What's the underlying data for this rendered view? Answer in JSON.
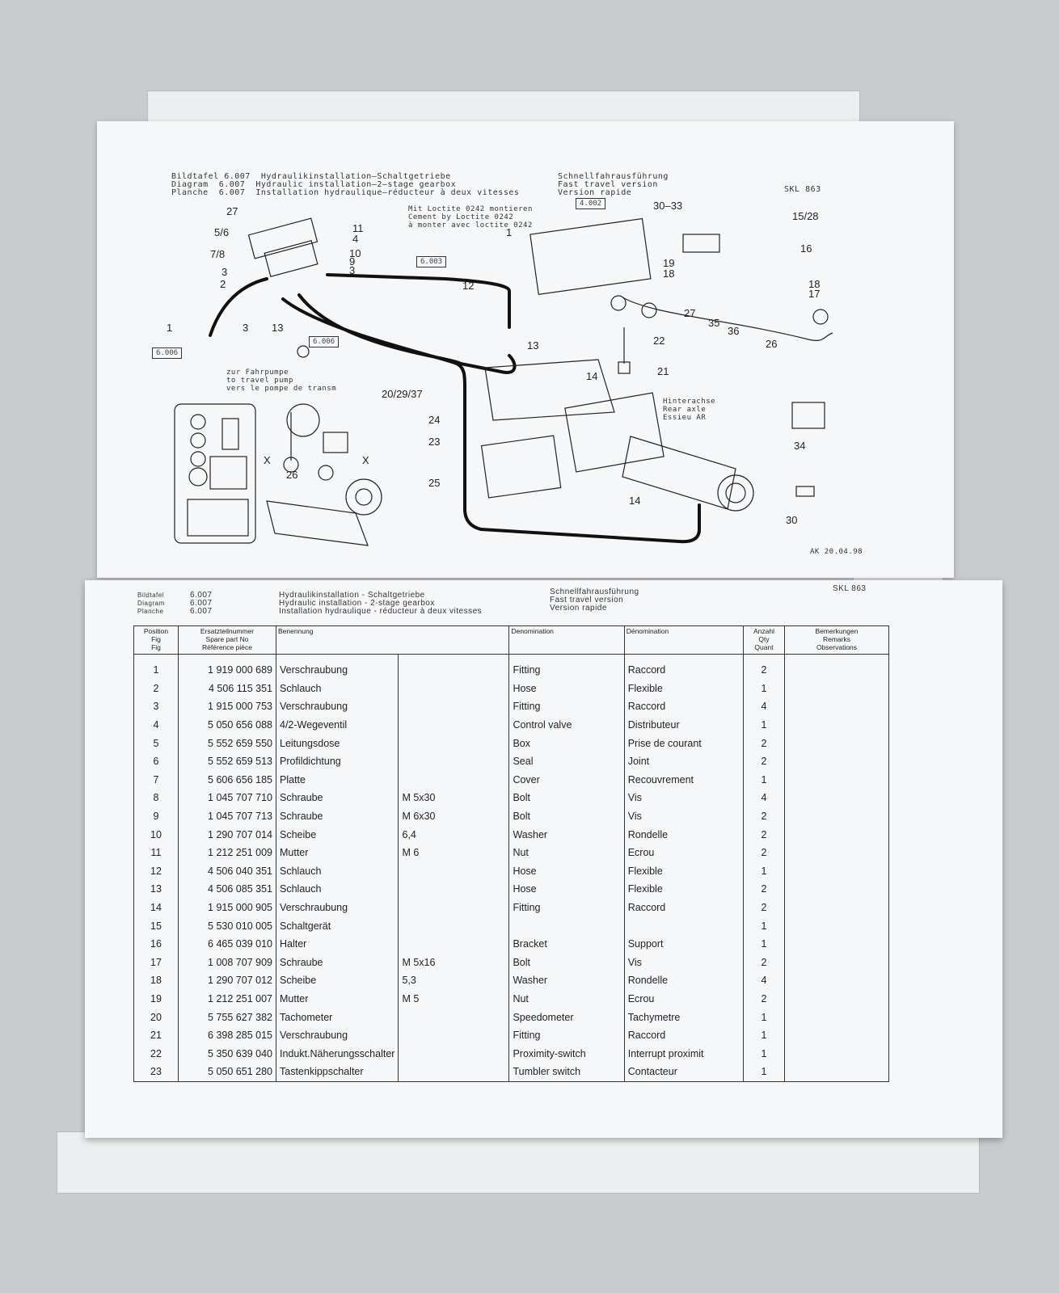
{
  "top_page": {
    "header": {
      "left_rows": [
        {
          "label": "Bildtafel",
          "number": "6.007",
          "title": "Hydraulikinstallation–Schaltgetriebe"
        },
        {
          "label": "Diagram",
          "number": "6.007",
          "title": "Hydraulic installation–2–stage gearbox"
        },
        {
          "label": "Planche",
          "number": "6.007",
          "title": "Installation hydraulique–réducteur à deux vitesses"
        }
      ],
      "right_lines": [
        "Schnellfahrausführung",
        "Fast travel version",
        "Version rapide"
      ],
      "code": "SKL 863"
    },
    "note_loctite": [
      "Mit Loctite 0242 montieren",
      "Cement by Loctite 0242",
      "à monter avec loctite 0242"
    ],
    "note_pump": [
      "zur Fahrpumpe",
      "to travel pump",
      "vers le pompe de transm"
    ],
    "note_axle": [
      "Hinterachse",
      "Rear axle",
      "Essieu AR"
    ],
    "ref_boxes": [
      "6.006",
      "6.003",
      "6.006",
      "4.002"
    ],
    "callouts": [
      "27",
      "5/6",
      "7/8",
      "3",
      "2",
      "11",
      "4",
      "10",
      "9",
      "3",
      "1",
      "12",
      "1",
      "3",
      "13",
      "13",
      "14",
      "30–33",
      "15/28",
      "16",
      "19",
      "18",
      "18",
      "17",
      "27",
      "35",
      "36",
      "26",
      "22",
      "21",
      "20/29/37",
      "24",
      "23",
      "25",
      "26",
      "X",
      "X",
      "34",
      "14",
      "30"
    ],
    "stamp": "AK 20.04.98"
  },
  "bottom_page": {
    "header": {
      "left_rows": [
        {
          "label": "Bildtafel",
          "number": "6.007",
          "title": "Hydraulikinstallation - Schaltgetriebe"
        },
        {
          "label": "Diagram",
          "number": "6.007",
          "title": "Hydraulic installation - 2-stage gearbox"
        },
        {
          "label": "Planche",
          "number": "6.007",
          "title": "Installation hydraulique - réducteur à deux vitesses"
        }
      ],
      "right_lines": [
        "Schnellfahrausführung",
        "Fast travel version",
        "Version rapide"
      ],
      "code": "SKL 863"
    },
    "columns": {
      "position": [
        "Position",
        "Fig",
        "Fig"
      ],
      "part_no": [
        "Ersatzteilnummer",
        "Spare part  No",
        "Référence pièce"
      ],
      "benennung": "Benennung",
      "denomination_en": "Denomination",
      "denomination_fr": "Dénomination",
      "qty": [
        "Anzahl",
        "Qty",
        "Quant"
      ],
      "remarks": [
        "Bemerkungen",
        "Remarks",
        "Observations"
      ]
    },
    "rows": [
      {
        "pos": "1",
        "no": "1 919 000 689",
        "de": "Verschraubung",
        "spec": "",
        "en": "Fitting",
        "fr": "Raccord",
        "qty": "2"
      },
      {
        "pos": "2",
        "no": "4 506 115 351",
        "de": "Schlauch",
        "spec": "",
        "en": "Hose",
        "fr": "Flexible",
        "qty": "1"
      },
      {
        "pos": "3",
        "no": "1 915 000 753",
        "de": "Verschraubung",
        "spec": "",
        "en": "Fitting",
        "fr": "Raccord",
        "qty": "4"
      },
      {
        "pos": "4",
        "no": "5 050 656 088",
        "de": "4/2-Wegeventil",
        "spec": "",
        "en": "Control valve",
        "fr": "Distributeur",
        "qty": "1"
      },
      {
        "pos": "5",
        "no": "5 552 659 550",
        "de": "Leitungsdose",
        "spec": "",
        "en": "Box",
        "fr": "Prise de courant",
        "qty": "2"
      },
      {
        "pos": "6",
        "no": "5 552 659 513",
        "de": "Profildichtung",
        "spec": "",
        "en": "Seal",
        "fr": "Joint",
        "qty": "2"
      },
      {
        "pos": "7",
        "no": "5 606 656 185",
        "de": "Platte",
        "spec": "",
        "en": "Cover",
        "fr": "Recouvrement",
        "qty": "1"
      },
      {
        "pos": "8",
        "no": "1 045 707 710",
        "de": "Schraube",
        "spec": "M 5x30",
        "en": "Bolt",
        "fr": "Vis",
        "qty": "4"
      },
      {
        "pos": "9",
        "no": "1 045 707 713",
        "de": "Schraube",
        "spec": "M 6x30",
        "en": "Bolt",
        "fr": "Vis",
        "qty": "2"
      },
      {
        "pos": "10",
        "no": "1 290 707 014",
        "de": "Scheibe",
        "spec": "6,4",
        "en": "Washer",
        "fr": "Rondelle",
        "qty": "2"
      },
      {
        "pos": "11",
        "no": "1 212 251 009",
        "de": "Mutter",
        "spec": "M 6",
        "en": "Nut",
        "fr": "Ecrou",
        "qty": "2"
      },
      {
        "pos": "12",
        "no": "4 506 040 351",
        "de": "Schlauch",
        "spec": "",
        "en": "Hose",
        "fr": "Flexible",
        "qty": "1"
      },
      {
        "pos": "13",
        "no": "4 506 085 351",
        "de": "Schlauch",
        "spec": "",
        "en": "Hose",
        "fr": "Flexible",
        "qty": "2"
      },
      {
        "pos": "14",
        "no": "1 915 000 905",
        "de": "Verschraubung",
        "spec": "",
        "en": "Fitting",
        "fr": "Raccord",
        "qty": "2"
      },
      {
        "pos": "15",
        "no": "5 530 010 005",
        "de": "Schaltgerät",
        "spec": "",
        "en": "",
        "fr": "",
        "qty": "1"
      },
      {
        "pos": "16",
        "no": "6 465 039 010",
        "de": "Halter",
        "spec": "",
        "en": "Bracket",
        "fr": "Support",
        "qty": "1"
      },
      {
        "pos": "17",
        "no": "1 008 707 909",
        "de": "Schraube",
        "spec": "M 5x16",
        "en": "Bolt",
        "fr": "Vis",
        "qty": "2"
      },
      {
        "pos": "18",
        "no": "1 290 707 012",
        "de": "Scheibe",
        "spec": "5,3",
        "en": "Washer",
        "fr": "Rondelle",
        "qty": "4"
      },
      {
        "pos": "19",
        "no": "1 212 251 007",
        "de": "Mutter",
        "spec": "M 5",
        "en": "Nut",
        "fr": "Ecrou",
        "qty": "2"
      },
      {
        "pos": "20",
        "no": "5 755 627 382",
        "de": "Tachometer",
        "spec": "",
        "en": "Speedometer",
        "fr": "Tachymetre",
        "qty": "1"
      },
      {
        "pos": "21",
        "no": "6 398 285 015",
        "de": "Verschraubung",
        "spec": "",
        "en": "Fitting",
        "fr": "Raccord",
        "qty": "1"
      },
      {
        "pos": "22",
        "no": "5 350 639 040",
        "de": "Indukt.Näherungsschalter",
        "spec": "",
        "en": "Proximity-switch",
        "fr": "Interrupt proximit",
        "qty": "1"
      },
      {
        "pos": "23",
        "no": "5 050 651 280",
        "de": "Tastenkippschalter",
        "spec": "",
        "en": "Tumbler switch",
        "fr": "Contacteur",
        "qty": "1"
      }
    ]
  }
}
